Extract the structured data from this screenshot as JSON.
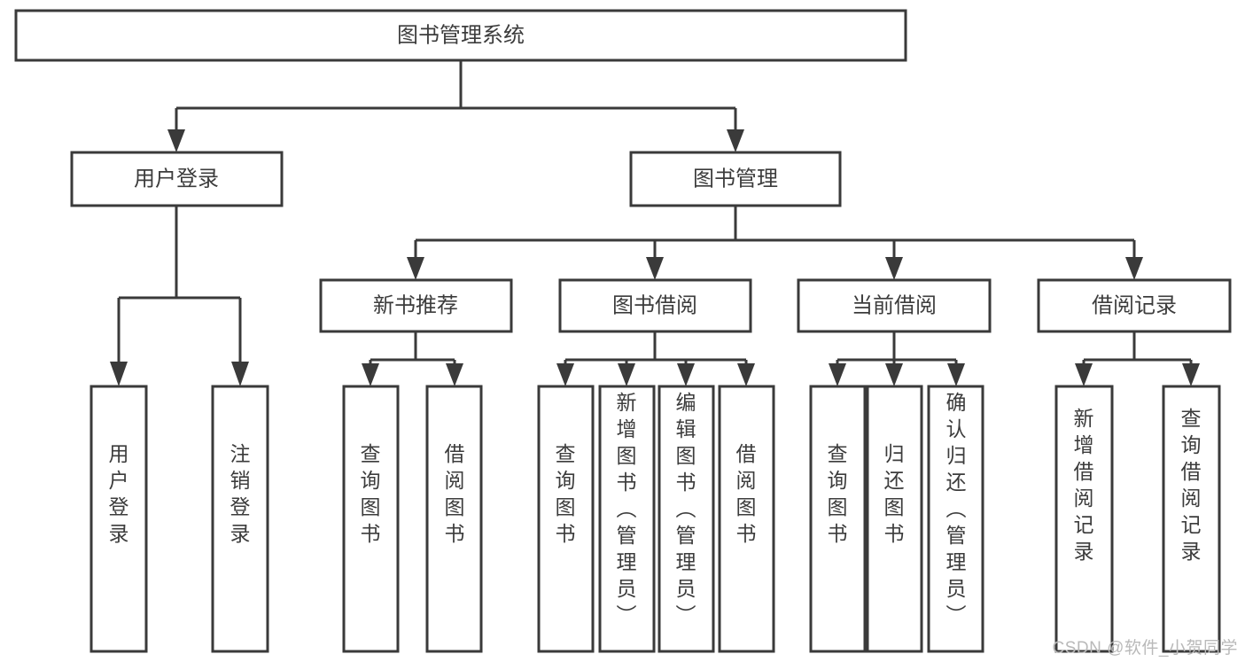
{
  "diagram": {
    "type": "tree-hierarchy",
    "title": "图书管理系统",
    "watermark": "CSDN @软件_小贺同学",
    "colors": {
      "background": "#ffffff",
      "stroke": "#3a3a3a",
      "box_fill": "#ffffff",
      "text": "#3c3c3c",
      "watermark": "#b9b9b9"
    },
    "levels": {
      "root": {
        "label": "图书管理系统"
      },
      "level2": [
        {
          "id": "user-login",
          "label": "用户登录"
        },
        {
          "id": "book-management",
          "label": "图书管理"
        }
      ],
      "level3": [
        {
          "id": "new-book-recommend",
          "label": "新书推荐",
          "parent": "book-management"
        },
        {
          "id": "book-borrow",
          "label": "图书借阅",
          "parent": "book-management"
        },
        {
          "id": "current-borrow",
          "label": "当前借阅",
          "parent": "book-management"
        },
        {
          "id": "borrow-record",
          "label": "借阅记录",
          "parent": "book-management"
        }
      ],
      "leaves": [
        {
          "id": "leaf-user-login",
          "label": "用户登录",
          "parent": "user-login"
        },
        {
          "id": "leaf-logout-login",
          "label": "注销登录",
          "parent": "user-login"
        },
        {
          "id": "leaf-query-book-1",
          "label": "查询图书",
          "parent": "new-book-recommend"
        },
        {
          "id": "leaf-borrow-book-1",
          "label": "借阅图书",
          "parent": "new-book-recommend"
        },
        {
          "id": "leaf-query-book-2",
          "label": "查询图书",
          "parent": "book-borrow"
        },
        {
          "id": "leaf-add-book",
          "label": "新增图书（管理员）",
          "parent": "book-borrow"
        },
        {
          "id": "leaf-edit-book",
          "label": "编辑图书（管理员）",
          "parent": "book-borrow"
        },
        {
          "id": "leaf-borrow-book-2",
          "label": "借阅图书",
          "parent": "book-borrow"
        },
        {
          "id": "leaf-query-book-3",
          "label": "查询图书",
          "parent": "current-borrow"
        },
        {
          "id": "leaf-return-book",
          "label": "归还图书",
          "parent": "current-borrow"
        },
        {
          "id": "leaf-confirm-return",
          "label": "确认归还（管理员）",
          "parent": "current-borrow"
        },
        {
          "id": "leaf-add-record",
          "label": "新增借阅记录",
          "parent": "borrow-record"
        },
        {
          "id": "leaf-query-record",
          "label": "查询借阅记录",
          "parent": "borrow-record"
        }
      ]
    }
  }
}
